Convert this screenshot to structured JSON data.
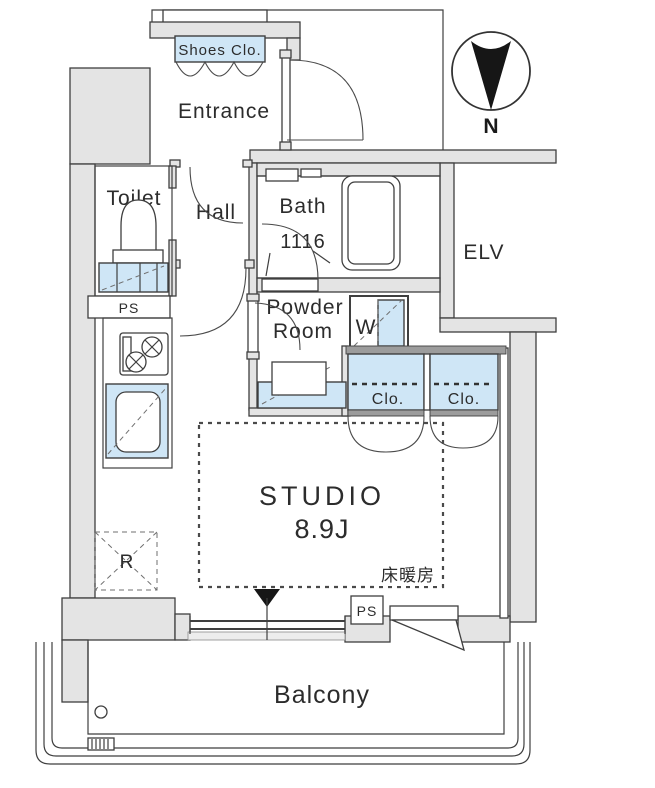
{
  "colors": {
    "accent_blue": "#cfe6f6",
    "wall_gray": "#e4e4e4",
    "line_dark": "#3f3f3f",
    "ink": "#2c2c2c"
  },
  "compass": {
    "north": "N"
  },
  "labels": {
    "shoes_closet": "Shoes Clo.",
    "entrance": "Entrance",
    "toilet": "Toilet",
    "hall": "Hall",
    "bath": "Bath",
    "bath_size": "1116",
    "elevator": "ELV",
    "powder_line1": "Powder",
    "powder_line2": "Room",
    "washer": "W",
    "pipe_space_upper": "PS",
    "pipe_space_lower": "PS",
    "closet_left": "Clo.",
    "closet_right": "Clo.",
    "studio": "STUDIO",
    "studio_size": "8.9J",
    "floor_heating": "床暖房",
    "refrigerator": "R",
    "balcony": "Balcony"
  }
}
